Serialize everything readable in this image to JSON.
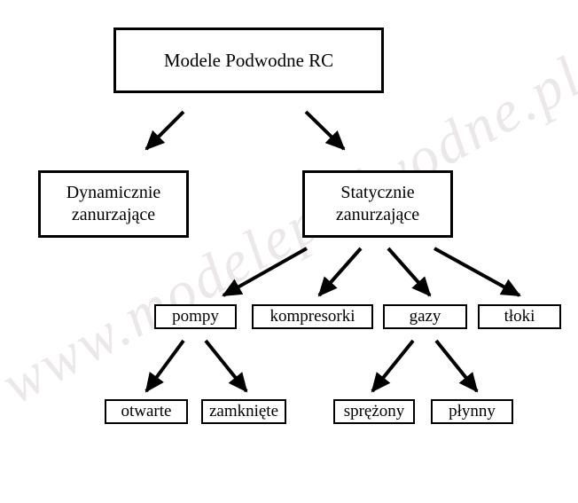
{
  "watermark": "www.modelepodwodne.pl",
  "nodes": {
    "root": "Modele Podwodne RC",
    "dynamic": "Dynamicznie\nzanurzające",
    "static": "Statycznie\nzanurzające",
    "pompy": "pompy",
    "kompresorki": "kompresorki",
    "gazy": "gazy",
    "tloki": "tłoki",
    "otwarte": "otwarte",
    "zamkniete": "zamknięte",
    "sprezony": "sprężony",
    "plynny": "płynny"
  },
  "edges": [
    {
      "from": "root",
      "to": "dynamic"
    },
    {
      "from": "root",
      "to": "static"
    },
    {
      "from": "static",
      "to": "pompy"
    },
    {
      "from": "static",
      "to": "kompresorki"
    },
    {
      "from": "static",
      "to": "gazy"
    },
    {
      "from": "static",
      "to": "tloki"
    },
    {
      "from": "pompy",
      "to": "otwarte"
    },
    {
      "from": "pompy",
      "to": "zamkniete"
    },
    {
      "from": "gazy",
      "to": "sprezony"
    },
    {
      "from": "gazy",
      "to": "plynny"
    }
  ],
  "colors": {
    "line": "#000000",
    "watermark": "#ece8e8",
    "background": "#ffffff"
  }
}
